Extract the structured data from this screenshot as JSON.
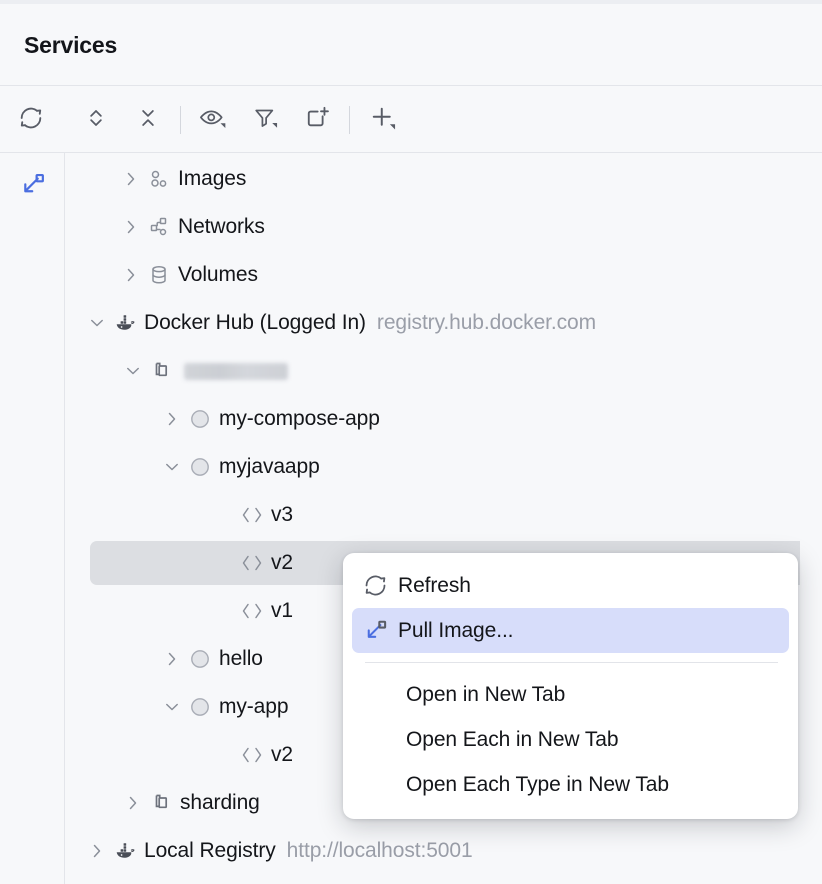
{
  "window": {
    "title": "Services"
  },
  "toolbar": {
    "buttons": [
      {
        "name": "refresh-icon",
        "tooltip": "Refresh",
        "dropdown": false
      },
      {
        "name": "expand-all-icon",
        "tooltip": "Expand All",
        "dropdown": false
      },
      {
        "name": "collapse-all-icon",
        "tooltip": "Collapse All",
        "dropdown": false
      },
      {
        "name": "eye-icon",
        "tooltip": "Show/Hide",
        "dropdown": true
      },
      {
        "name": "filter-icon",
        "tooltip": "Filter",
        "dropdown": true
      },
      {
        "name": "new-tab-icon",
        "tooltip": "Open in New Tab",
        "dropdown": false
      },
      {
        "name": "add-icon",
        "tooltip": "Add",
        "dropdown": true
      }
    ]
  },
  "left_rail": {
    "buttons": [
      {
        "name": "pull-image-icon",
        "tooltip": "Pull Image",
        "color": "#4b6ee0"
      }
    ]
  },
  "tree": {
    "rows": [
      {
        "id": "images",
        "label": "Images",
        "icon": "images-icon",
        "twisty": "collapsed",
        "indent": 1
      },
      {
        "id": "networks",
        "label": "Networks",
        "icon": "networks-icon",
        "twisty": "collapsed",
        "indent": 1
      },
      {
        "id": "volumes",
        "label": "Volumes",
        "icon": "volumes-icon",
        "twisty": "collapsed",
        "indent": 1
      },
      {
        "id": "docker-hub",
        "label": "Docker Hub (Logged In)",
        "sub": "registry.hub.docker.com",
        "icon": "docker-whale-icon",
        "twisty": "expanded",
        "indent": 0
      },
      {
        "id": "account",
        "label": "",
        "redacted": true,
        "icon": "repositories-stack-icon",
        "twisty": "expanded",
        "indent": 1
      },
      {
        "id": "my-compose-app",
        "label": "my-compose-app",
        "icon": "repository-circle-icon",
        "twisty": "collapsed",
        "indent": 2
      },
      {
        "id": "myjavaapp",
        "label": "myjavaapp",
        "icon": "repository-circle-icon",
        "twisty": "expanded",
        "indent": 2
      },
      {
        "id": "myjavaapp-v3",
        "label": "v3",
        "icon": "tag-icon",
        "twisty": "none",
        "indent": 3
      },
      {
        "id": "myjavaapp-v2",
        "label": "v2",
        "icon": "tag-icon",
        "twisty": "none",
        "indent": 3,
        "selected": true
      },
      {
        "id": "myjavaapp-v1",
        "label": "v1",
        "icon": "tag-icon",
        "twisty": "none",
        "indent": 3
      },
      {
        "id": "hello",
        "label": "hello",
        "icon": "repository-circle-icon",
        "twisty": "collapsed",
        "indent": 2
      },
      {
        "id": "my-app",
        "label": "my-app",
        "icon": "repository-circle-icon",
        "twisty": "expanded",
        "indent": 2
      },
      {
        "id": "my-app-v2",
        "label": "v2",
        "icon": "tag-icon",
        "twisty": "none",
        "indent": 3
      },
      {
        "id": "sharding",
        "label": "sharding",
        "icon": "repositories-stack-icon",
        "twisty": "collapsed",
        "indent": 1
      },
      {
        "id": "local-registry",
        "label": "Local Registry",
        "sub": "http://localhost:5001",
        "icon": "docker-whale-icon",
        "twisty": "collapsed",
        "indent": 0
      }
    ]
  },
  "context_menu": {
    "items": [
      {
        "id": "refresh",
        "label": "Refresh",
        "icon": "refresh-icon",
        "highlighted": false
      },
      {
        "id": "pull-image",
        "label": "Pull Image...",
        "icon": "pull-image-icon",
        "highlighted": true
      },
      {
        "id": "separator",
        "label": "",
        "separator": true
      },
      {
        "id": "open-in-new-tab",
        "label": "Open in New Tab",
        "icon": null,
        "highlighted": false
      },
      {
        "id": "open-each-in-new-tab",
        "label": "Open Each in New Tab",
        "icon": null,
        "highlighted": false
      },
      {
        "id": "open-each-type-in-new-tab",
        "label": "Open Each Type in New Tab",
        "icon": null,
        "highlighted": false
      }
    ]
  },
  "colors": {
    "panel_background": "#f7f8fa",
    "selection_row": "#dcdee2",
    "menu_highlight": "#d7ddfa",
    "accent_blue": "#4b6ee0",
    "secondary_text": "#9a9ea8"
  }
}
